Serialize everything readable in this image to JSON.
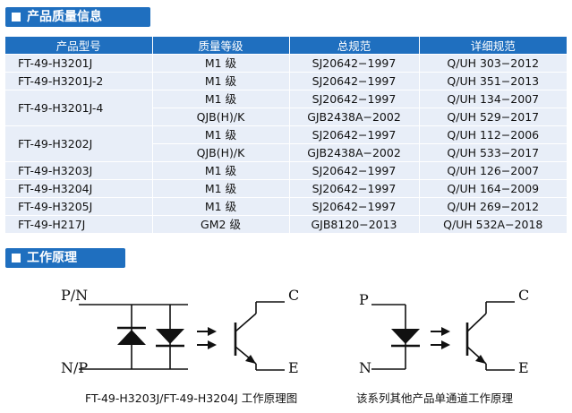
{
  "sections": {
    "quality_title": "产品质量信息",
    "principle_title": "工作原理"
  },
  "table": {
    "headers": [
      "产品型号",
      "质量等级",
      "总规范",
      "详细规范"
    ],
    "rows": [
      {
        "model": "FT-49-H3201J",
        "grades": [
          {
            "grade": "M1 级",
            "general": "SJ20642−1997",
            "detail": "Q/UH 303−2012"
          }
        ]
      },
      {
        "model": "FT-49-H3201J-2",
        "grades": [
          {
            "grade": "M1 级",
            "general": "SJ20642−1997",
            "detail": "Q/UH 351−2013"
          }
        ]
      },
      {
        "model": "FT-49-H3201J-4",
        "grades": [
          {
            "grade": "M1 级",
            "general": "SJ20642−1997",
            "detail": "Q/UH 134−2007"
          },
          {
            "grade": "QJB(H)/K",
            "general": "GJB2438A−2002",
            "detail": "Q/UH 529−2017"
          }
        ]
      },
      {
        "model": "FT-49-H3202J",
        "grades": [
          {
            "grade": "M1 级",
            "general": "SJ20642−1997",
            "detail": "Q/UH 112−2006"
          },
          {
            "grade": "QJB(H)/K",
            "general": "GJB2438A−2002",
            "detail": "Q/UH 533−2017"
          }
        ]
      },
      {
        "model": "FT-49-H3203J",
        "grades": [
          {
            "grade": "M1 级",
            "general": "SJ20642−1997",
            "detail": "Q/UH 126−2007"
          }
        ]
      },
      {
        "model": "FT-49-H3204J",
        "grades": [
          {
            "grade": "M1 级",
            "general": "SJ20642−1997",
            "detail": "Q/UH 164−2009"
          }
        ]
      },
      {
        "model": "FT-49-H3205J",
        "grades": [
          {
            "grade": "M1 级",
            "general": "SJ20642−1997",
            "detail": "Q/UH 269−2012"
          }
        ]
      },
      {
        "model": "FT-49-H217J",
        "grades": [
          {
            "grade": "GM2 级",
            "general": "GJB8120−2013",
            "detail": "Q/UH 532A−2018"
          }
        ]
      }
    ]
  },
  "diagram_left": {
    "label_pn": "P/N",
    "label_np": "N/P",
    "label_c": "C",
    "label_e": "E",
    "caption": "FT-49-H3203J/FT-49-H3204J 工作原理图"
  },
  "diagram_right": {
    "label_p": "P",
    "label_n": "N",
    "label_c": "C",
    "label_e": "E",
    "caption": "该系列其他产品单通道工作原理"
  },
  "colors": {
    "accent": "#1f6fbf",
    "row_bg": "#e8eef8"
  }
}
